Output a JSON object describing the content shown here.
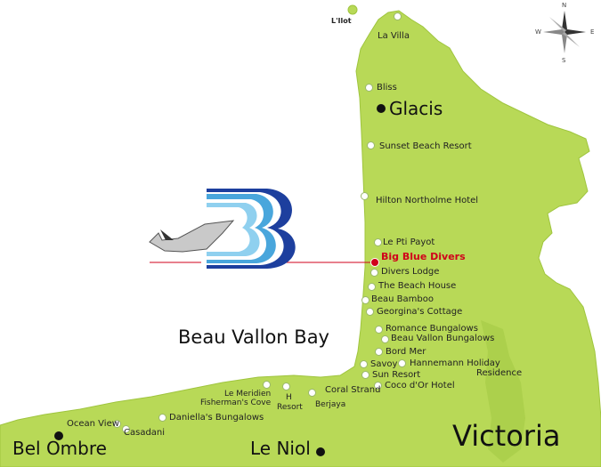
{
  "map": {
    "islet": "L'Ilot",
    "bay": "Beau Vallon Bay",
    "towns": [
      "Glacis",
      "Bel Ombre",
      "Le Niol"
    ],
    "city": "Victoria",
    "highlight": "Big Blue Divers",
    "compass": {
      "n": "N",
      "s": "S",
      "e": "E",
      "w": "W"
    },
    "places": {
      "la_villa": "La Villa",
      "bliss": "Bliss",
      "sunset": "Sunset Beach Resort",
      "hilton": "Hilton Northolme Hotel",
      "pti_payot": "Le Pti Payot",
      "divers_lodge": "Divers Lodge",
      "beach_house": "The Beach House",
      "beau_bamboo": "Beau Bamboo",
      "georginas": "Georgina's Cottage",
      "romance": "Romance Bungalows",
      "bv_bungalows": "Beau Vallon Bungalows",
      "bord_mer": "Bord Mer",
      "savoy": "Savoy",
      "hannemann": "Hannemann Holiday",
      "residence": "Residence",
      "sun_resort": "Sun Resort",
      "coco_dor": "Coco d'Or Hotel",
      "coral_strand": "Coral Strand",
      "berjaya": "Berjaya",
      "h_resort_h": "H",
      "h_resort": "Resort",
      "le_meridien": "Le Meridien",
      "fishermans": "Fisherman's Cove",
      "daniellas": "Daniella's Bungalows",
      "ocean_view": "Ocean View",
      "casadani": "Casadani"
    }
  },
  "colors": {
    "land": "#b8d957",
    "land_dark": "#9fc53e",
    "highlight": "#d0021b",
    "logo_blue": "#1d3f9e"
  }
}
